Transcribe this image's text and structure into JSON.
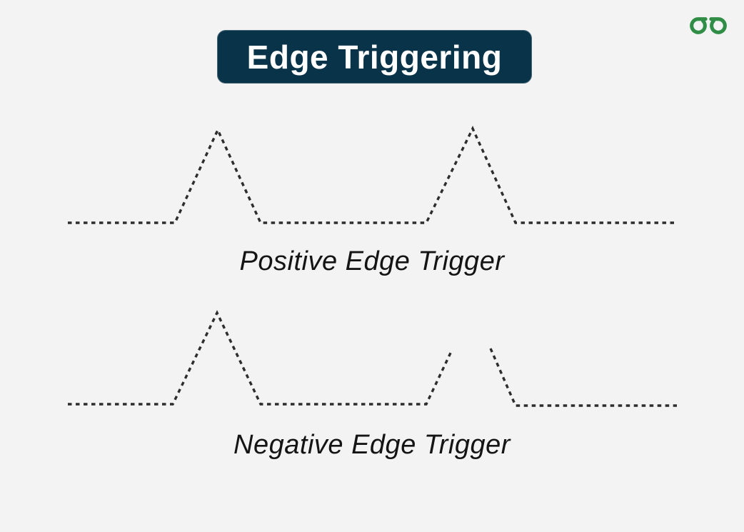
{
  "colors": {
    "background": "#f2f3f2",
    "banner_bg": "#093349",
    "banner_text": "#ffffff",
    "brand_green": "#2f8d46",
    "waveform_stroke": "#2d2d2d",
    "label_text": "#141414"
  },
  "header": {
    "title": "Edge Triggering"
  },
  "logo": {
    "icon": "geeksforgeeks-logo",
    "color": "#2f8d46"
  },
  "diagrams": [
    {
      "id": "positive-edge",
      "label": "Positive Edge Trigger",
      "waveform": {
        "style": "dashed",
        "description": "flat baseline with two complete triangular pulses",
        "paths": [
          "M 5 147 L 155 147 L 215 17 L 275 147 L 507 147 L 572 15 L 632 147 L 858 147"
        ]
      }
    },
    {
      "id": "negative-edge",
      "label": "Negative Edge Trigger",
      "waveform": {
        "style": "dashed",
        "description": "flat baseline with one complete triangular pulse followed by a second pulse whose apex is cut away, leaving separated rising and falling edges",
        "paths": [
          "M 5 141 L 152 141 L 214 13 L 275 141 L 507 141 L 543 65",
          "M 597 63 L 632 143 L 858 143"
        ]
      }
    }
  ]
}
